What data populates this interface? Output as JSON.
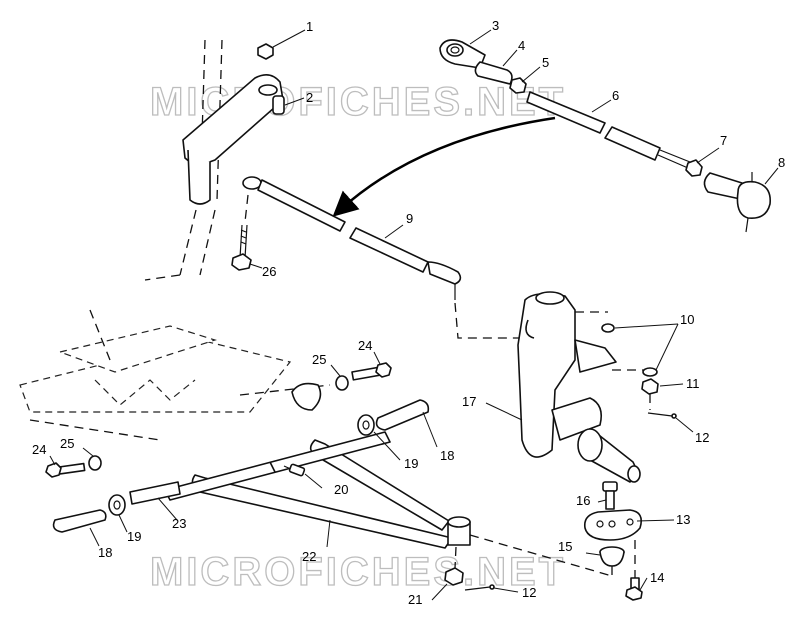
{
  "watermark": "MICROFICHES.NET",
  "labels": {
    "l1": "1",
    "l2": "2",
    "l3": "3",
    "l4": "4",
    "l5": "5",
    "l6": "6",
    "l7": "7",
    "l8": "8",
    "l9": "9",
    "l10": "10",
    "l11": "11",
    "l12a": "12",
    "l12b": "12",
    "l13": "13",
    "l14": "14",
    "l15": "15",
    "l16": "16",
    "l17": "17",
    "l18a": "18",
    "l18b": "18",
    "l19a": "19",
    "l19b": "19",
    "l20": "20",
    "l21": "21",
    "l22": "22",
    "l23": "23",
    "l24a": "24",
    "l24b": "24",
    "l25a": "25",
    "l25b": "25",
    "l26": "26"
  }
}
